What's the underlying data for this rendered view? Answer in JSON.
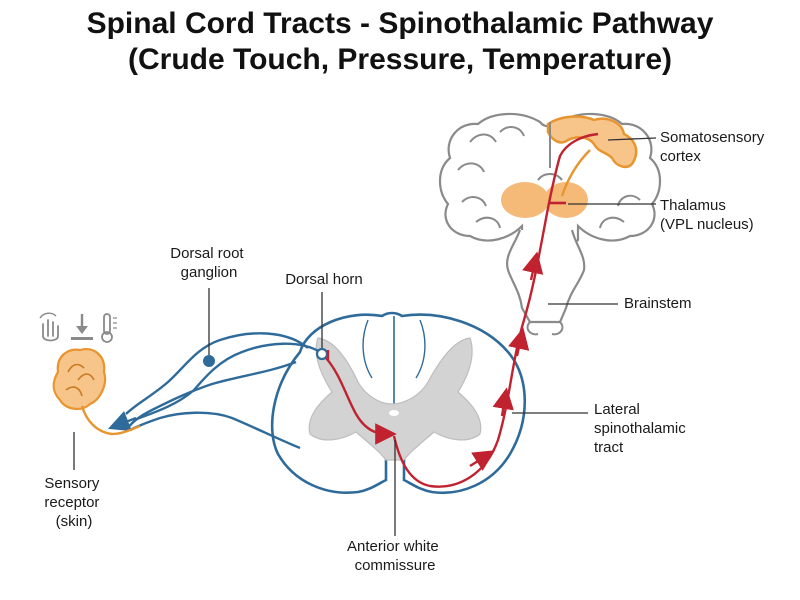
{
  "title": {
    "line1": "Spinal Cord Tracts - Spinothalamic Pathway",
    "line2": "(Crude Touch, Pressure, Temperature)"
  },
  "labels": {
    "somatosensory_cortex": [
      "Somatosensory",
      "cortex"
    ],
    "thalamus": [
      "Thalamus",
      "(VPL nucleus)"
    ],
    "brainstem": [
      "Brainstem"
    ],
    "dorsal_root_ganglion": [
      "Dorsal root",
      "ganglion"
    ],
    "dorsal_horn": [
      "Dorsal horn"
    ],
    "lateral_spinothalamic_tract": [
      "Lateral",
      "spinothalamic",
      "tract"
    ],
    "sensory_receptor": [
      "Sensory",
      "receptor",
      "(skin)"
    ],
    "anterior_white_commissure": [
      "Anterior white",
      "commissure"
    ]
  },
  "icons": [
    "touch-hand-icon",
    "pressure-arrow-icon",
    "thermometer-icon"
  ],
  "colors": {
    "nerve_blue": "#2f6b9a",
    "pathway_red": "#c0232f",
    "highlight_orange": "#f3b26b",
    "orange_stroke": "#e8952f",
    "gray_matter": "#d3d3d3",
    "outline_gray": "#8a8a8a",
    "text": "#1a1a1a"
  }
}
